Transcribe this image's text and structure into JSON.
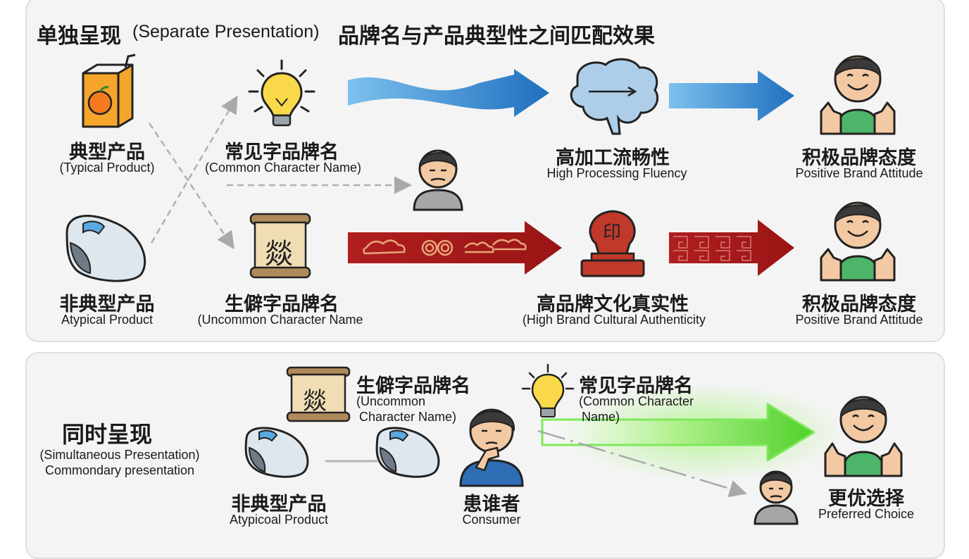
{
  "top_panel": {
    "title_zh_1": "单独呈现",
    "title_en": "(Separate Presentation)",
    "title_zh_2": "品牌名与产品典型性之间匹配效果",
    "typical_product": {
      "zh": "典型产品",
      "en": "(Typical Product)"
    },
    "atypical_product": {
      "zh": "非典型产品",
      "en": "Atypical Product"
    },
    "common_name": {
      "zh": "常见字品牌名",
      "en": "(Common Character Name)"
    },
    "uncommon_name": {
      "zh": "生僻字品牌名",
      "en": "(Uncommon Character Name"
    },
    "scroll_char": "燚",
    "stamp_char": "印",
    "fluency": {
      "zh": "高加工流畅性",
      "en": "High Processing Fluency"
    },
    "authenticity": {
      "zh": "高品牌文化真实性",
      "en": "(High Brand Cultural Authenticity"
    },
    "attitude_1": {
      "zh": "积极品牌态度",
      "en": "Positive Brand Attitude"
    },
    "attitude_2": {
      "zh": "积极品牌态度",
      "en": "Positive Brand Attitude"
    }
  },
  "bottom_panel": {
    "title_zh": "同时呈现",
    "title_en_1": "(Simultaneous Presentation)",
    "title_en_2": "Commondary presentation",
    "uncommon_name": {
      "zh": "生僻字品牌名",
      "en_1": "(Uncommon",
      "en_2": "Character Name)"
    },
    "common_name": {
      "zh": "常见字品牌名",
      "en_1": "(Common Character",
      "en_2": "Name)"
    },
    "atypical_product": {
      "zh": "非典型产品",
      "en": "Atypicoal Product"
    },
    "consumer": {
      "zh": "患谁者",
      "en": "Consumer"
    },
    "choice": {
      "zh": "更优选择",
      "en": "Preferred Choice"
    },
    "scroll_char": "燚"
  },
  "colors": {
    "blue_arrow": "#2f7fce",
    "red_arrow": "#a81c1c",
    "green_arrow": "#5fd83c",
    "panel_bg": "#f4f4f4",
    "shirt_green": "#4db56a",
    "shirt_gray": "#a6a6a6",
    "shirt_blue": "#2f6db5"
  }
}
